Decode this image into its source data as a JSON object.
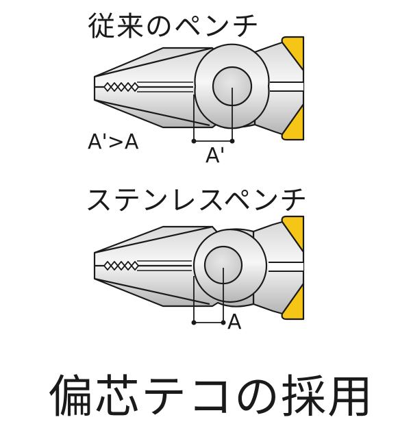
{
  "diagram": {
    "top_section": {
      "title": "従来のペンチ",
      "comparison_label": "A'>A",
      "dimension_label": "A'"
    },
    "bottom_section": {
      "title": "ステンレスペンチ",
      "dimension_label": "A"
    },
    "caption": "偏芯テコの採用",
    "colors": {
      "metal_light": "#f2f2f2",
      "metal_dark": "#b9b9b9",
      "outline": "#1a1a1a",
      "handle_yellow": "#f5c518",
      "background": "#ffffff"
    }
  }
}
